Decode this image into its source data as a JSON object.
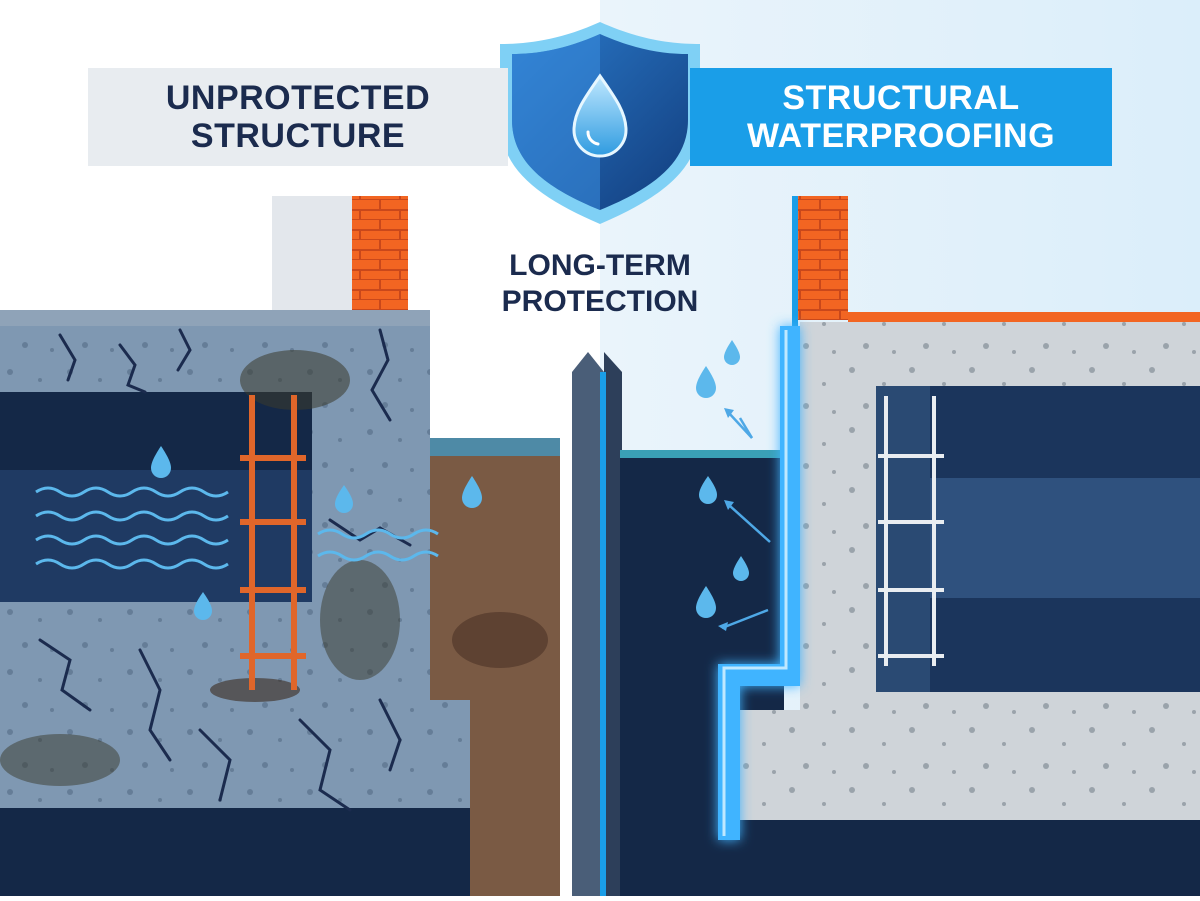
{
  "left_panel": {
    "title_line1": "UNPROTECTED",
    "title_line2": "STRUCTURE"
  },
  "right_panel": {
    "title_line1": "STRUCTURAL",
    "title_line2": "WATERPROOFING"
  },
  "center": {
    "caption_line1": "LONG-TERM",
    "caption_line2": "PROTECTION"
  },
  "colors": {
    "navy": "#1b2b4e",
    "brand_blue": "#1a9ee8",
    "brick_orange": "#f26522",
    "rust": "#e0662a",
    "concrete_damaged": "#7f98b2",
    "concrete_clean": "#cfd4d9",
    "soil": "#7a5a44",
    "membrane_glow": "#3fb4ff"
  },
  "icons": [
    "shield-water-drop-icon",
    "water-drop-icon",
    "arrow-icon"
  ]
}
